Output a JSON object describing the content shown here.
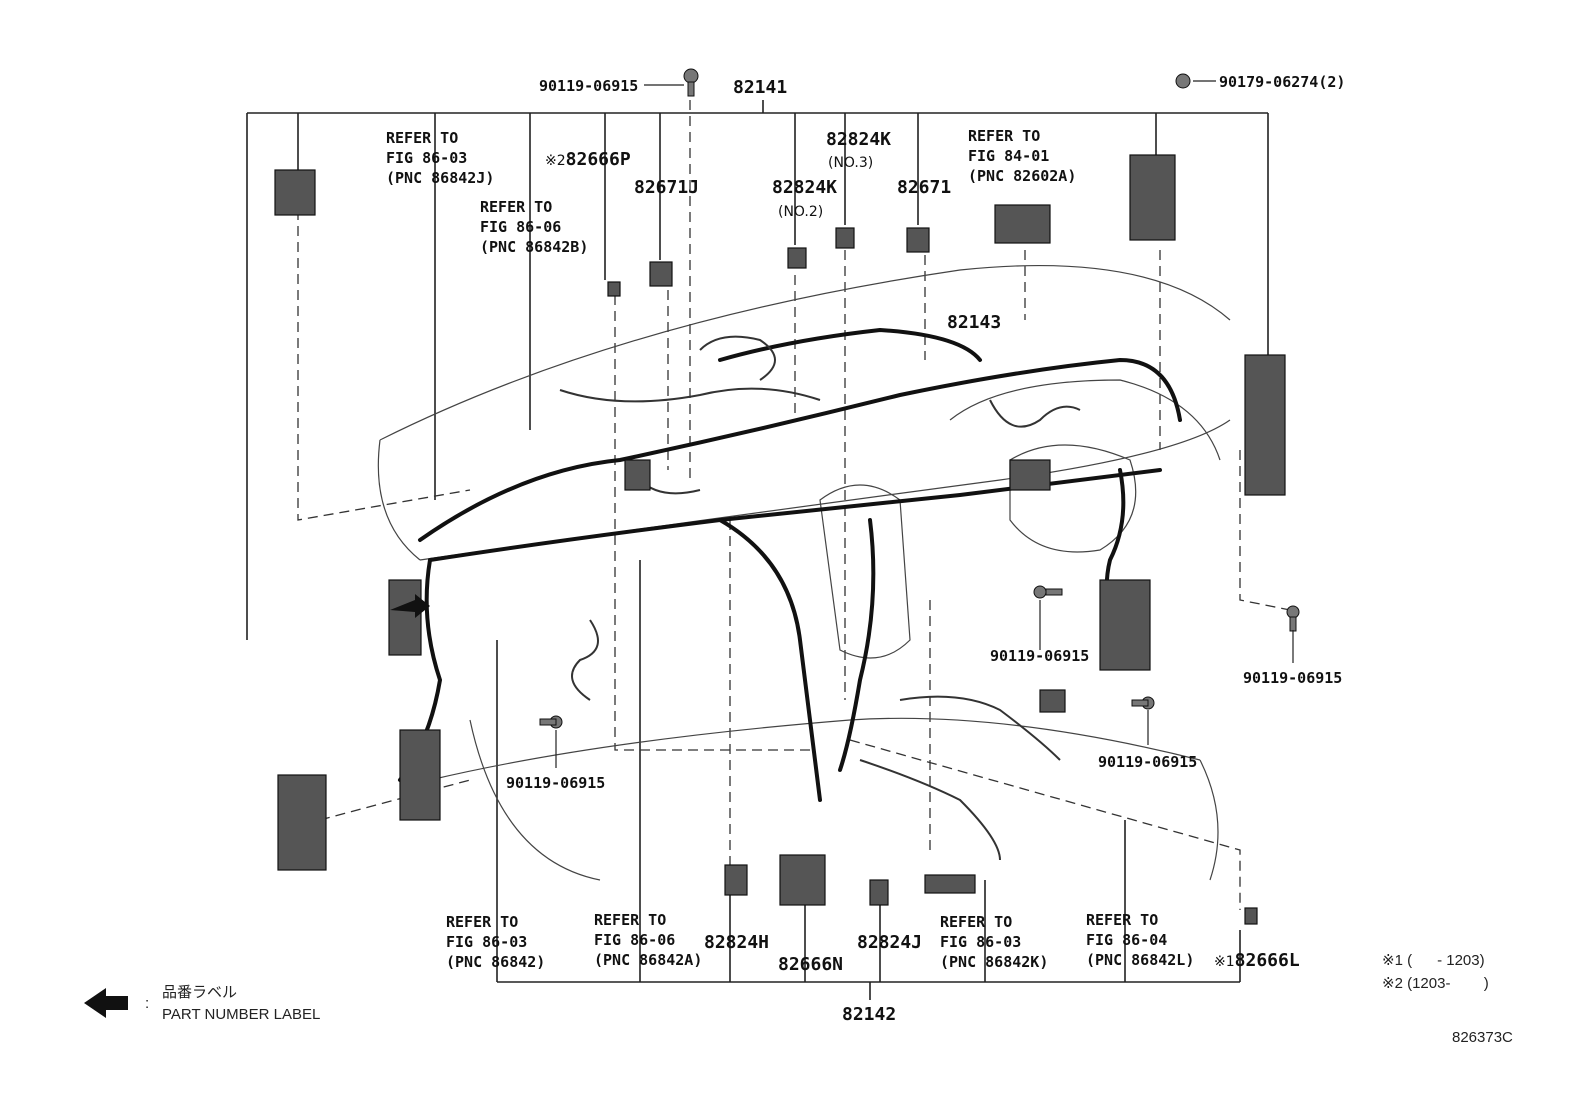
{
  "top_assembly": "82141",
  "bottom_assembly": "82142",
  "sub_assembly": "82143",
  "parts": {
    "bolt_top": "90119-06915",
    "clip_top_right": "90179-06274(2)",
    "p82666P": "82666P",
    "p82666P_mark": "※2",
    "p82671J": "82671J",
    "p82824K_no2": "82824K",
    "p82824K_no2_sub": "(NO.2)",
    "p82824K_no3": "82824K",
    "p82824K_no3_sub": "(NO.3)",
    "p82671": "82671",
    "bolt_left_bottom": "90119-06915",
    "bolt_mid_right": "90119-06915",
    "bolt_far_right": "90119-06915",
    "bolt_right_lower": "90119-06915",
    "p82824H": "82824H",
    "p82666N": "82666N",
    "p82824J": "82824J",
    "p82666L": "82666L",
    "p82666L_mark": "※1"
  },
  "refs": {
    "r1": [
      "REFER TO",
      "FIG 86-03",
      "(PNC 86842J)"
    ],
    "r2": [
      "REFER TO",
      "FIG 86-06",
      "(PNC 86842B)"
    ],
    "r3": [
      "REFER TO",
      "FIG 84-01",
      "(PNC 82602A)"
    ],
    "r4": [
      "REFER TO",
      "FIG 86-03",
      "(PNC 86842)"
    ],
    "r5": [
      "REFER TO",
      "FIG 86-06",
      "(PNC 86842A)"
    ],
    "r6": [
      "REFER TO",
      "FIG 86-03",
      "(PNC 86842K)"
    ],
    "r7": [
      "REFER TO",
      "FIG 86-04",
      "(PNC 86842L)"
    ]
  },
  "notes": {
    "n1": "※1 (      - 1203)",
    "n2": "※2 (1203-        )"
  },
  "legend": {
    "jp": "品番ラベル",
    "en": "PART NUMBER LABEL",
    "colon": ":"
  },
  "figure_code": "826373C"
}
